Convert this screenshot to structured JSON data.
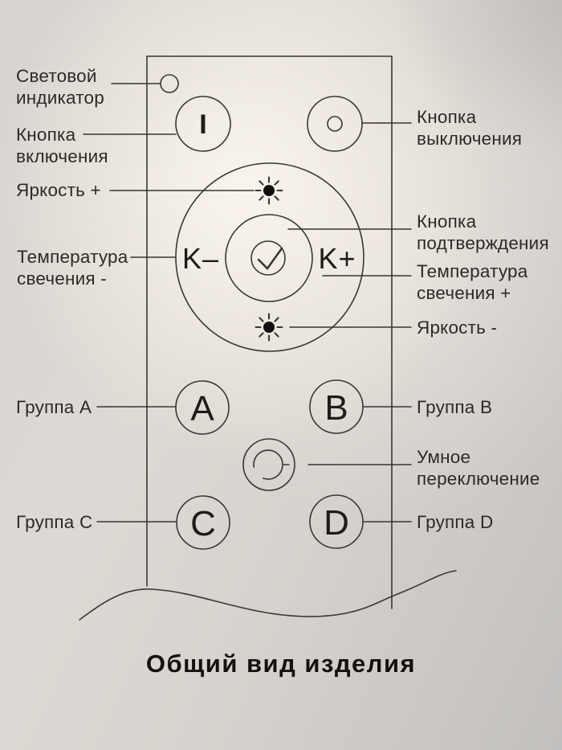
{
  "page": {
    "title": "Общий вид изделия"
  },
  "colors": {
    "line": "#3b3734",
    "text": "#2d2a27",
    "title": "#131110",
    "background_light": "#f4efe7",
    "background_dark": "#c2c0be"
  },
  "labels": {
    "light_indicator": "Световой индикатор",
    "power_on": "Кнопка включения",
    "brightness_plus": "Яркость +",
    "temp_minus": "Температура свечения -",
    "group_a": "Группа A",
    "group_c": "Группа C",
    "power_off": "Кнопка выключения",
    "confirm": "Кнопка подтверждения",
    "temp_plus": "Температура свечения +",
    "brightness_minus": "Яркость -",
    "group_b": "Группа B",
    "smart_switch": "Умное переключение",
    "group_d": "Группа D"
  },
  "remote": {
    "glyphs": {
      "power_on": "I",
      "temp_minus": "K–",
      "temp_plus": "K+",
      "group_a": "A",
      "group_b": "B",
      "group_c": "C",
      "group_d": "D"
    }
  }
}
